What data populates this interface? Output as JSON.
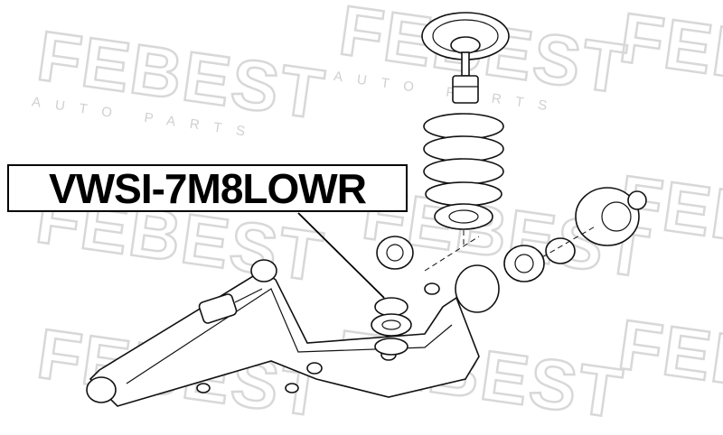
{
  "part_number": "VWSI-7M8LOWR",
  "watermark": {
    "brand": "FEBEST",
    "tagline": "AUTO PARTS"
  },
  "colors": {
    "line": "#111111",
    "watermark": "#d8d8d8",
    "background": "#ffffff"
  }
}
